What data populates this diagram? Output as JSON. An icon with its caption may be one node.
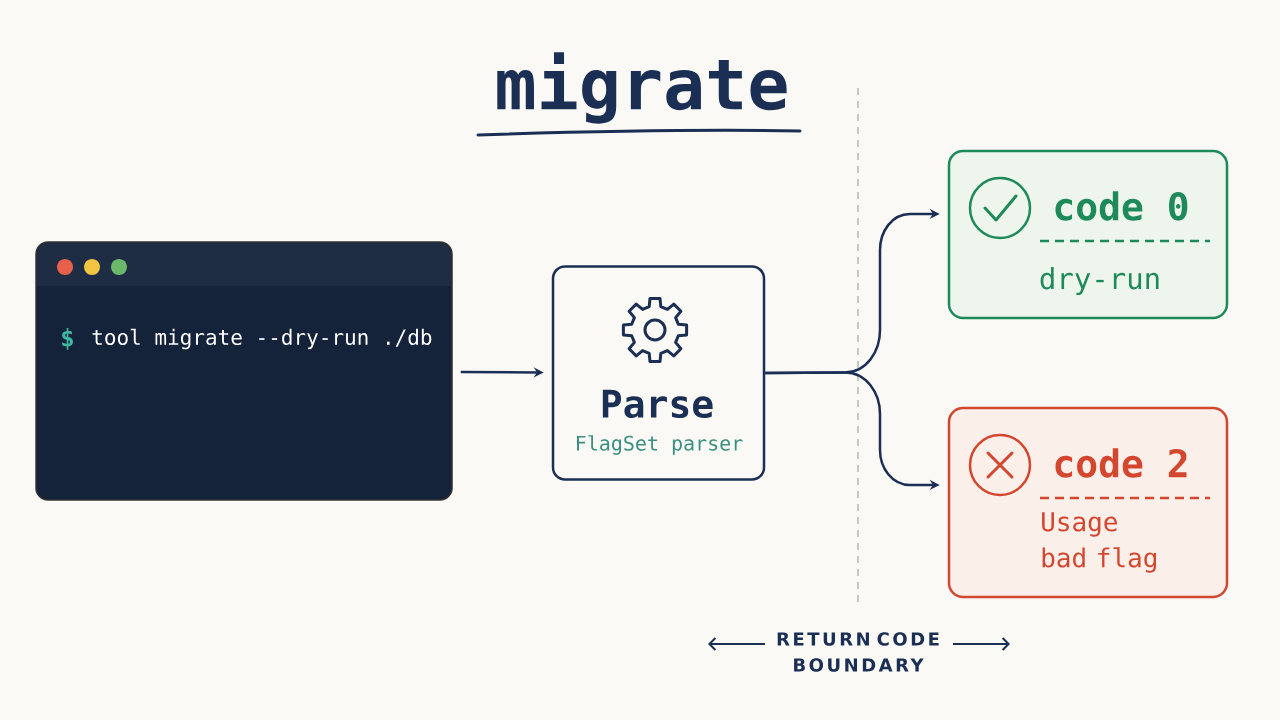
{
  "diagram": {
    "title": "migrate",
    "nodes": [
      {
        "text": [
          "$",
          "tool migrate --dry-run ./db"
        ]
      },
      {
        "text": [
          "Parse",
          "FlagSet parser"
        ]
      },
      {
        "text": [
          "code 0",
          "dry-run"
        ]
      },
      {
        "text": [
          "code 2",
          "Usage bad flag"
        ]
      }
    ],
    "edges": [
      {
        "from": 0,
        "to": 1,
        "arrow": "to"
      },
      {
        "from": 1,
        "to": 2,
        "arrow": "to"
      },
      {
        "from": 1,
        "to": 3,
        "arrow": "to"
      }
    ],
    "labels": [
      "RETURN CODE BOUNDARY"
    ]
  }
}
